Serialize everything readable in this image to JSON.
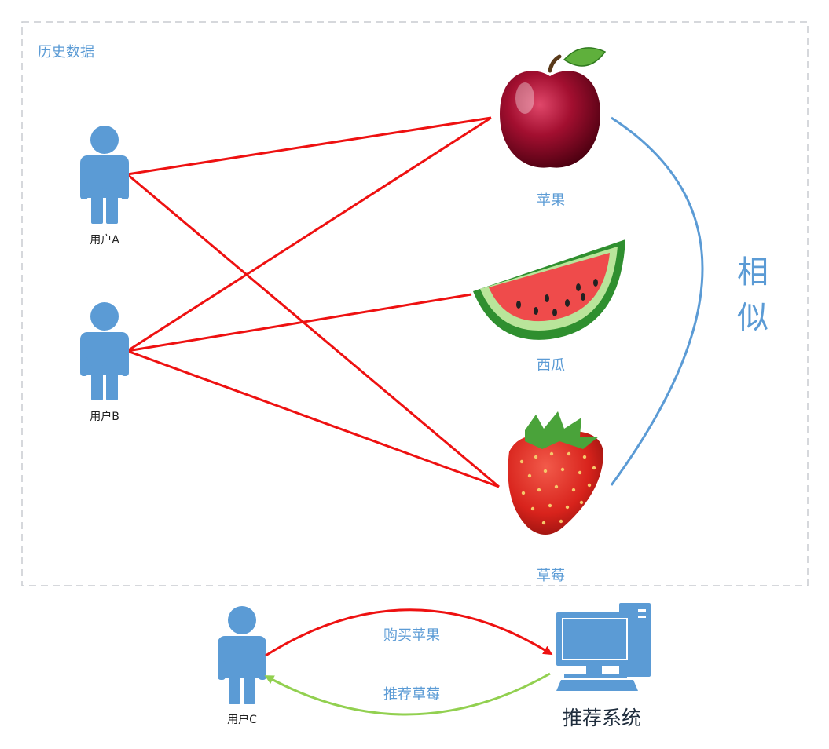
{
  "history": {
    "title": "历史数据"
  },
  "users": {
    "a": "用户A",
    "b": "用户B",
    "c": "用户C"
  },
  "fruits": {
    "apple": "苹果",
    "watermelon": "西瓜",
    "strawberry": "草莓"
  },
  "similarity": {
    "label": "相似"
  },
  "flow": {
    "buy": "购买苹果",
    "recommend": "推荐草莓",
    "system": "推荐系统"
  },
  "colors": {
    "accent": "#5b9bd5",
    "history_link": "#ee1111",
    "buy_arrow": "#ee1111",
    "recommend_arrow": "#92d050",
    "border": "#c8ccd0"
  },
  "icons": [
    "user-icon",
    "apple-icon",
    "watermelon-icon",
    "strawberry-icon",
    "computer-icon"
  ]
}
